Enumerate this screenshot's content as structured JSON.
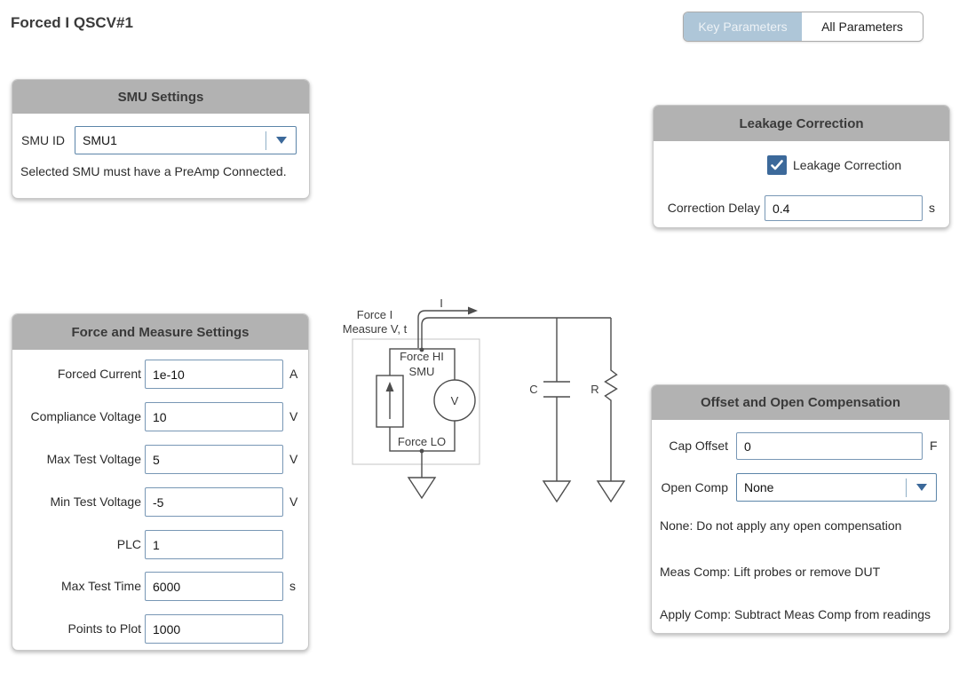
{
  "page": {
    "title": "Forced I QSCV#1"
  },
  "tabs": {
    "key": "Key Parameters",
    "all": "All Parameters"
  },
  "smu_panel": {
    "title": "SMU Settings",
    "smu_id_label": "SMU ID",
    "smu_id_value": "SMU1",
    "note": "Selected SMU must have a PreAmp Connected."
  },
  "leakage_panel": {
    "title": "Leakage Correction",
    "checkbox_label": "Leakage Correction",
    "checkbox_checked": true,
    "delay_label": "Correction Delay",
    "delay_value": "0.4",
    "delay_unit": "s"
  },
  "force_panel": {
    "title": "Force and Measure Settings",
    "rows": [
      {
        "label": "Forced Current",
        "value": "1e-10",
        "unit": "A"
      },
      {
        "label": "Compliance Voltage",
        "value": "10",
        "unit": "V"
      },
      {
        "label": "Max Test Voltage",
        "value": "5",
        "unit": "V"
      },
      {
        "label": "Min Test Voltage",
        "value": "-5",
        "unit": "V"
      },
      {
        "label": "PLC",
        "value": "1",
        "unit": ""
      },
      {
        "label": "Max Test Time",
        "value": "6000",
        "unit": "s"
      },
      {
        "label": "Points to Plot",
        "value": "1000",
        "unit": ""
      }
    ]
  },
  "offset_panel": {
    "title": "Offset and Open Compensation",
    "cap_offset_label": "Cap Offset",
    "cap_offset_value": "0",
    "cap_offset_unit": "F",
    "open_comp_label": "Open Comp",
    "open_comp_value": "None",
    "help_lines": [
      "None: Do not apply any open compensation",
      "Meas Comp: Lift probes or remove DUT",
      "Apply Comp: Subtract Meas Comp from readings"
    ]
  },
  "diagram": {
    "mode_line1": "Force I",
    "mode_line2": "Measure V, t",
    "current_label": "I",
    "force_hi": "Force HI",
    "smu": "SMU",
    "voltmeter": "V",
    "force_lo": "Force LO",
    "cap_label": "C",
    "res_label": "R"
  },
  "colors": {
    "accent_blue": "#3c699a",
    "tab_selected_bg": "#aec6d8",
    "header_gray": "#b2b2b2",
    "input_border": "#7897b5"
  }
}
